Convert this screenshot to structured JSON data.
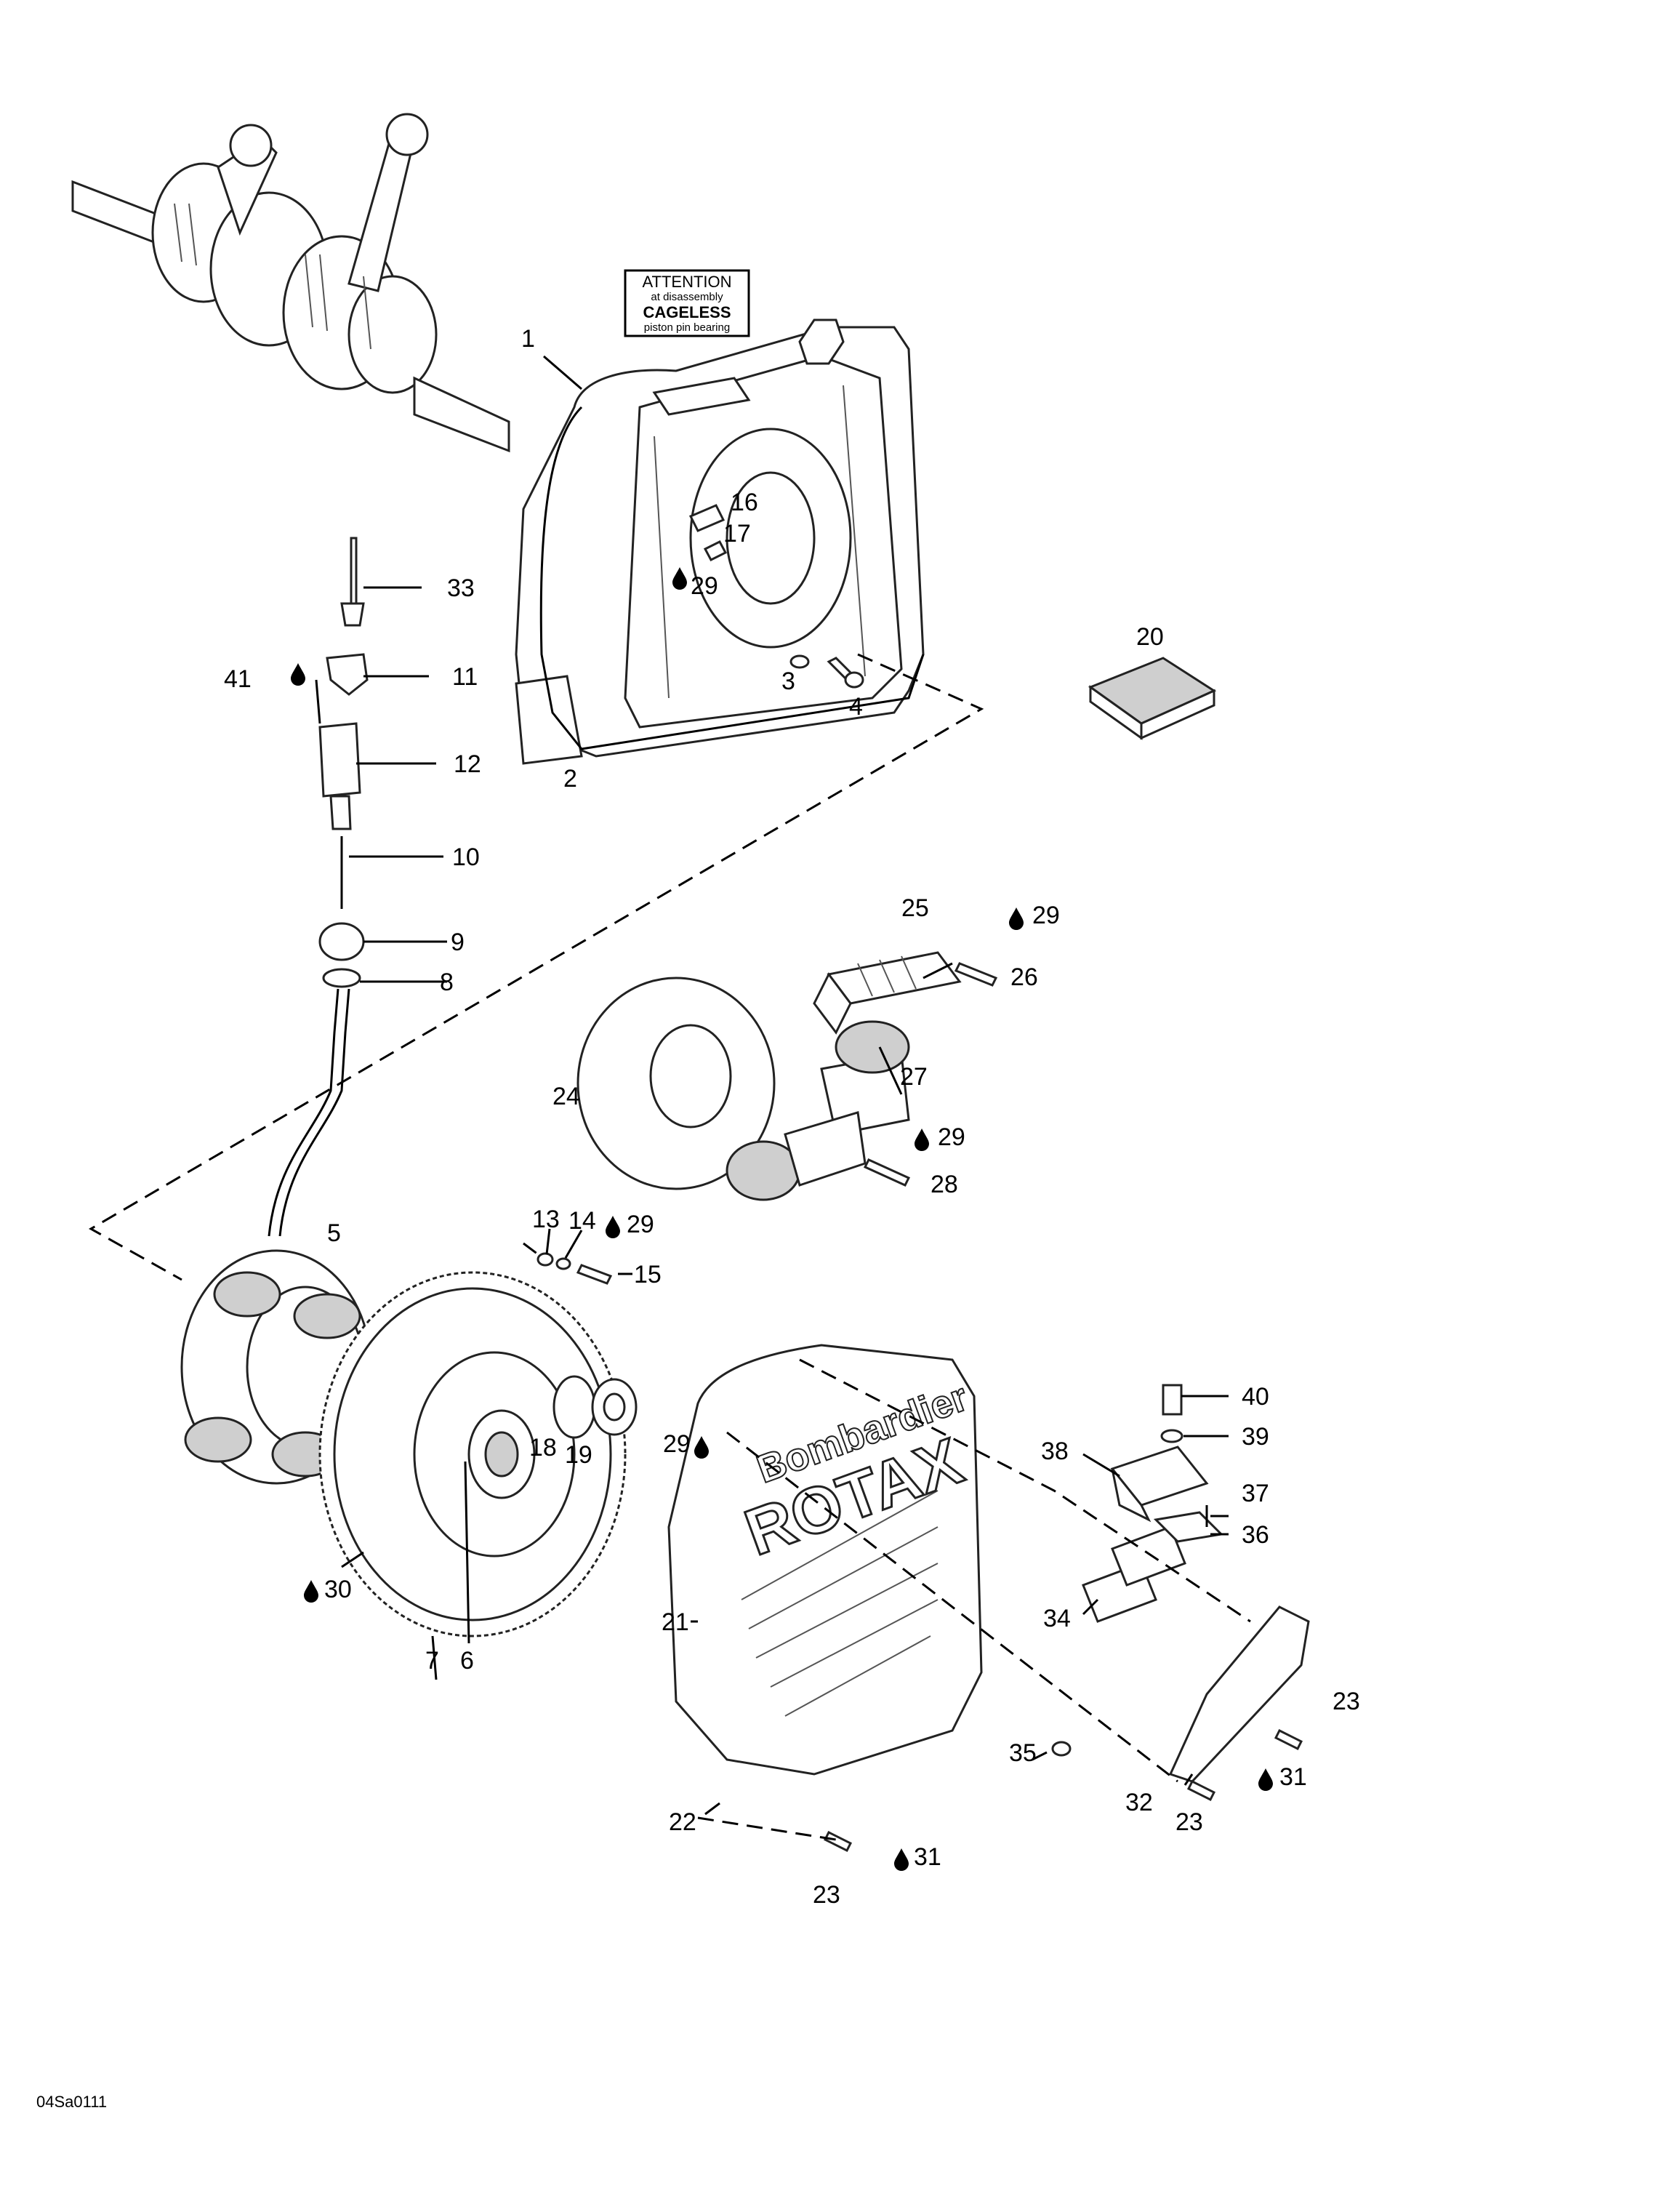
{
  "diagram": {
    "figure_code": "04Sa0111",
    "attention_label": {
      "line1": "ATTENTION",
      "line2": "at disassembly",
      "line3": "CAGELESS",
      "line4": "piston pin bearing"
    },
    "brand": {
      "line1": "Bombardier",
      "line2": "ROTAX"
    },
    "callouts": {
      "n1": "1",
      "n2": "2",
      "n3": "3",
      "n4": "4",
      "n5": "5",
      "n6": "6",
      "n7": "7",
      "n8": "8",
      "n9": "9",
      "n10": "10",
      "n11": "11",
      "n12": "12",
      "n13": "13",
      "n14": "14",
      "n15": "15",
      "n16": "16",
      "n17": "17",
      "n18": "18",
      "n19": "19",
      "n20": "20",
      "n21": "21",
      "n22": "22",
      "n23a": "23",
      "n23b": "23",
      "n23c": "23",
      "n24": "24",
      "n25": "25",
      "n26": "26",
      "n27": "27",
      "n28": "28",
      "n29a": "29",
      "n29b": "29",
      "n29c": "29",
      "n29d": "29",
      "n29e": "29",
      "n30": "30",
      "n31a": "31",
      "n31b": "31",
      "n32": "32",
      "n33": "33",
      "n34": "34",
      "n35": "35",
      "n36": "36",
      "n37": "37",
      "n38": "38",
      "n39": "39",
      "n40": "40",
      "n41": "41"
    },
    "icons": {
      "lubricant": "drop-icon"
    }
  }
}
